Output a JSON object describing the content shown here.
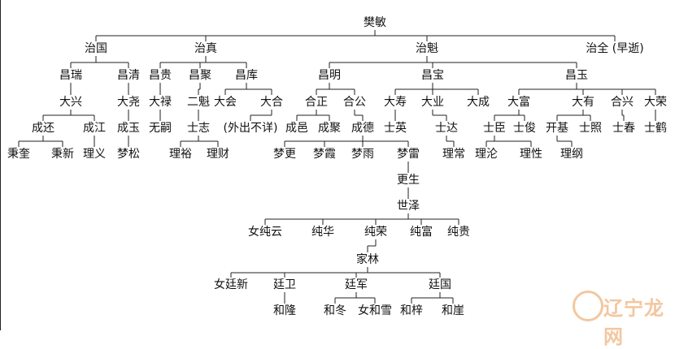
{
  "tree": {
    "root": "樊敏",
    "gen1": [
      "治国",
      "治真",
      "治魁",
      "治全 (早逝)"
    ],
    "gen2": [
      "昌瑞",
      "昌清",
      "昌贵",
      "昌聚",
      "昌库",
      "昌明",
      "昌宝",
      "昌玉"
    ],
    "gen3": [
      "大兴",
      "大尧",
      "大禄",
      "二魁",
      "大会",
      "大合",
      "合正",
      "合公",
      "大寿",
      "大业",
      "大成",
      "大富",
      "大有",
      "合兴",
      "大荣"
    ],
    "gen4": [
      "成还",
      "成江",
      "成玉",
      "无嗣",
      "士志",
      "(外出不详)",
      "成邑",
      "成聚",
      "成德",
      "士英",
      "士达",
      "士臣",
      "士俊",
      "开基",
      "士照",
      "士春",
      "士鹤"
    ],
    "gen5": [
      "秉奎",
      "秉新",
      "理义",
      "梦松",
      "理裕",
      "理财",
      "梦更",
      "梦霞",
      "梦雨",
      "梦雷",
      "理常",
      "理沦",
      "理性",
      "理纲"
    ],
    "gen6": [
      "更生"
    ],
    "gen7": [
      "世泽"
    ],
    "gen8": [
      "女纯云",
      "纯华",
      "纯荣",
      "纯富",
      "纯贵"
    ],
    "gen9": [
      "家林"
    ],
    "gen10": [
      "女廷新",
      "廷卫",
      "廷军",
      "廷国"
    ],
    "gen11": [
      "和隆",
      "和冬",
      "女和雪",
      "和梓",
      "和崖"
    ]
  },
  "watermark": {
    "text": "辽宁龙网"
  },
  "colors": {
    "line": "#222222",
    "text": "#111111",
    "watermark": "#f3c7a0"
  }
}
